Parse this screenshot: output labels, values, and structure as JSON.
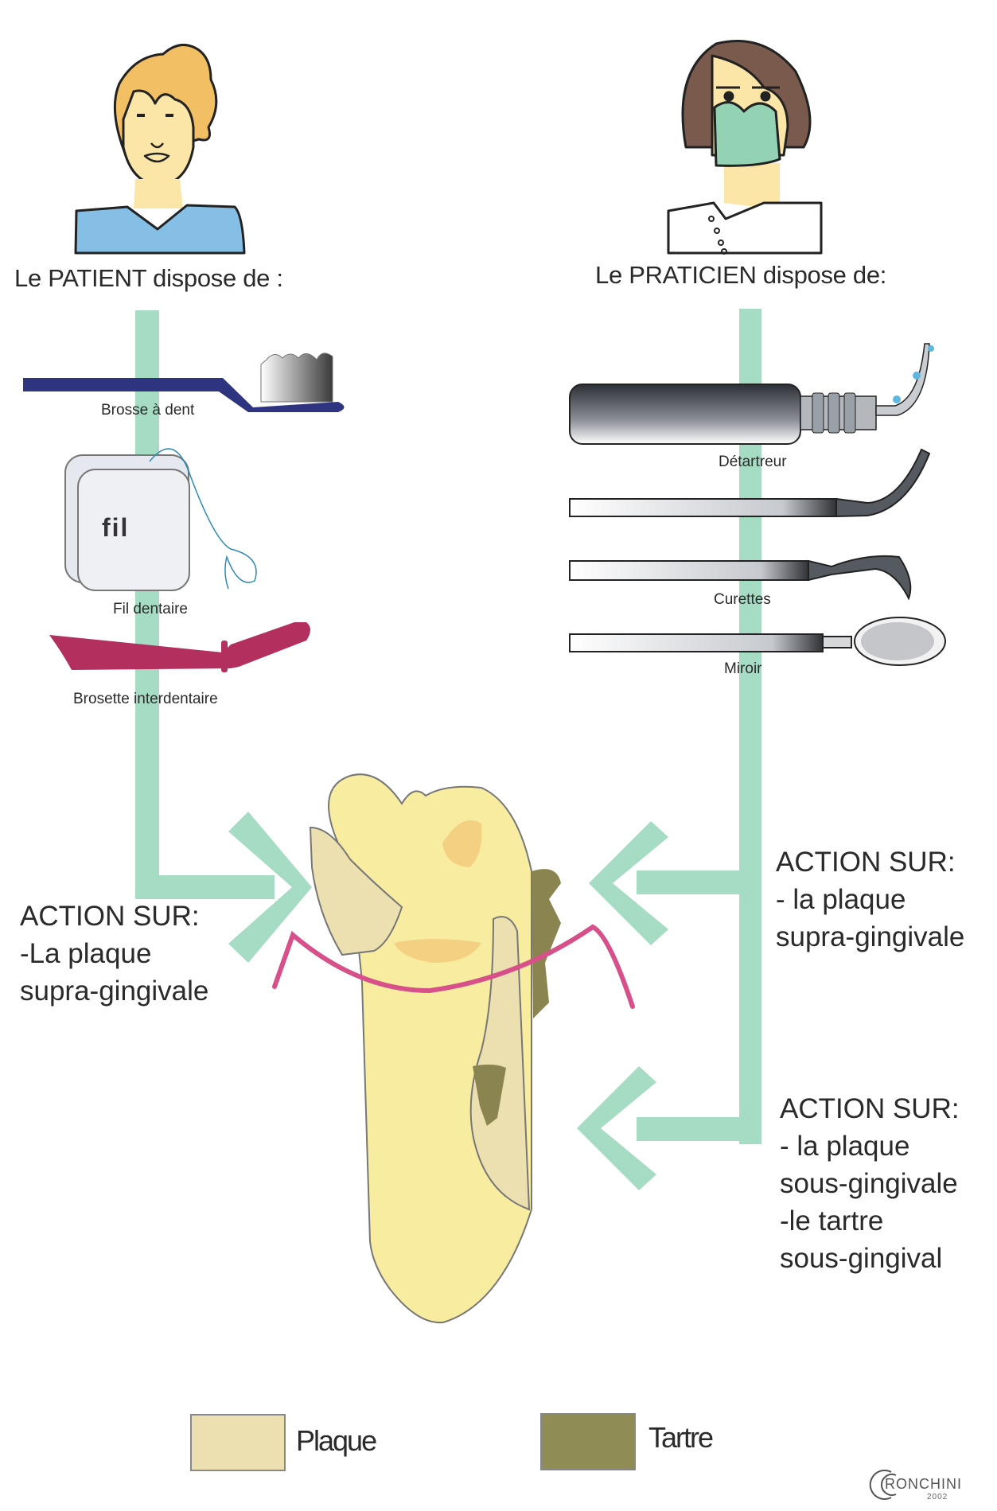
{
  "patient": {
    "heading": "Le PATIENT dispose de :",
    "tools": [
      {
        "name": "toothbrush",
        "label": "Brosse à dent"
      },
      {
        "name": "dental-floss",
        "label": "Fil dentaire",
        "box_text": "fil"
      },
      {
        "name": "interdental-brush",
        "label": "Brosette interdentaire"
      }
    ],
    "action": {
      "title": "ACTION SUR:",
      "lines": "-La plaque\nsupra-gingivale"
    }
  },
  "practitioner": {
    "heading": "Le PRATICIEN dispose de:",
    "tools": [
      {
        "name": "scaler",
        "label": "Détartreur"
      },
      {
        "name": "curette",
        "label": "Curettes"
      },
      {
        "name": "mirror",
        "label": "Miroir"
      }
    ],
    "action_supra": {
      "title": "ACTION SUR:",
      "lines": "- la plaque\nsupra-gingivale"
    },
    "action_sub": {
      "title": "ACTION SUR:",
      "lines": "- la plaque\nsous-gingivale\n-le tartre\nsous-gingival"
    }
  },
  "legend": [
    {
      "label": "Plaque",
      "color": "#ecdfb0"
    },
    {
      "label": "Tartre",
      "color": "#8f8c55"
    }
  ],
  "credit": {
    "name": "RONCHINI",
    "year": "2002"
  },
  "colors": {
    "arrow": "#a6dcc3",
    "tooth": "#f8eca0",
    "gum": "#d8508a",
    "plaque": "#ecdfb0",
    "tartar": "#8a8550",
    "toothbrush": "#2e3480",
    "interdental": "#b3305e",
    "patient_shirt": "#86bfe6",
    "patient_hair": "#f2bf64",
    "practitioner_hair": "#7a5a4c",
    "mask": "#93d3b4"
  }
}
